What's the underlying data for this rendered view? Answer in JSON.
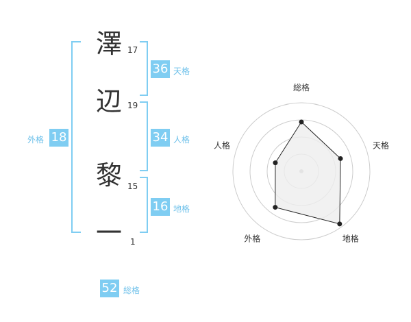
{
  "name": {
    "chars": [
      {
        "char": "澤",
        "strokes": "17"
      },
      {
        "char": "辺",
        "strokes": "19"
      },
      {
        "char": "黎",
        "strokes": "15"
      },
      {
        "char": "一",
        "strokes": "1"
      }
    ]
  },
  "fortune": {
    "tenkaku": {
      "value": "36",
      "label": "天格"
    },
    "jinkaku": {
      "value": "34",
      "label": "人格"
    },
    "chikaku": {
      "value": "16",
      "label": "地格"
    },
    "gaikaku": {
      "value": "18",
      "label": "外格"
    },
    "soukaku": {
      "value": "52",
      "label": "総格"
    }
  },
  "radar": {
    "axes": [
      "総格",
      "天格",
      "地格",
      "外格",
      "人格"
    ],
    "values": [
      0.72,
      0.6,
      0.95,
      0.65,
      0.4
    ],
    "rings": 4,
    "colors": {
      "fill": "#eeeeee",
      "line": "#222222",
      "ring": "#cccccc",
      "center": "#bbbbbb"
    }
  }
}
